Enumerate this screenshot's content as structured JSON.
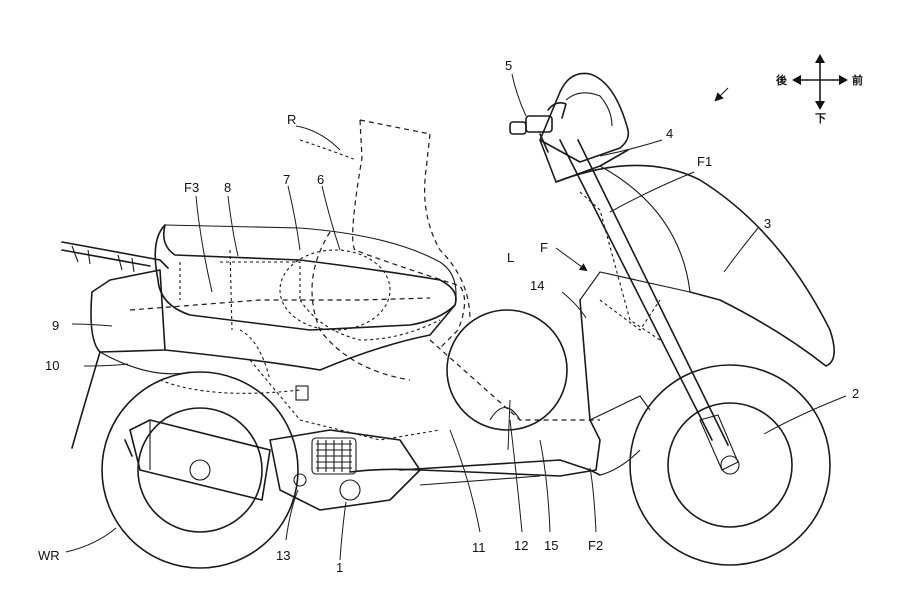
{
  "direction": {
    "rear": "後",
    "front": "前",
    "down": "下"
  },
  "labels": {
    "n5": "5",
    "n4": "4",
    "f1": "F1",
    "n3": "3",
    "r": "R",
    "f3": "F3",
    "n8": "8",
    "n7": "7",
    "n6": "6",
    "f": "F",
    "l": "L",
    "n14": "14",
    "n9": "9",
    "n10": "10",
    "n2": "2",
    "wr": "WR",
    "n13": "13",
    "n11": "11",
    "n12": "12",
    "n15": "15",
    "f2": "F2",
    "n1": "1"
  },
  "icons": {
    "direction": "cross-arrows-icon"
  }
}
